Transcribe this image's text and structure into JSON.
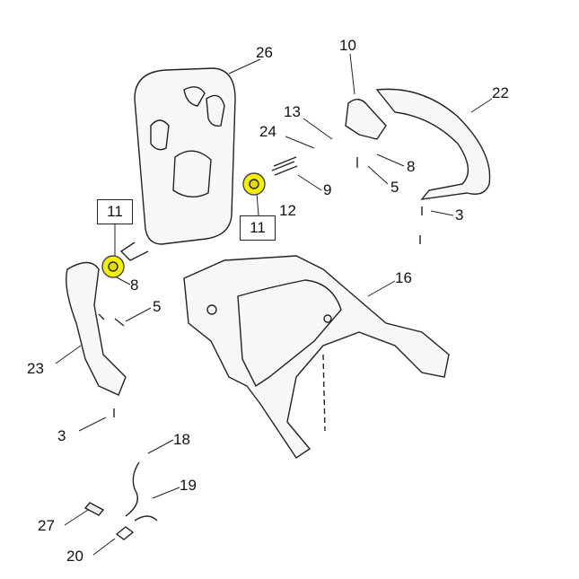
{
  "diagram": {
    "callouts": [
      {
        "id": "c26",
        "text": "26"
      },
      {
        "id": "c10",
        "text": "10"
      },
      {
        "id": "c22",
        "text": "22"
      },
      {
        "id": "c13",
        "text": "13"
      },
      {
        "id": "c24",
        "text": "24"
      },
      {
        "id": "c8a",
        "text": "8"
      },
      {
        "id": "c9",
        "text": "9"
      },
      {
        "id": "c5a",
        "text": "5"
      },
      {
        "id": "c3a",
        "text": "3"
      },
      {
        "id": "c12",
        "text": "12"
      },
      {
        "id": "c8b",
        "text": "8"
      },
      {
        "id": "c5b",
        "text": "5"
      },
      {
        "id": "c16",
        "text": "16"
      },
      {
        "id": "c23",
        "text": "23"
      },
      {
        "id": "c3b",
        "text": "3"
      },
      {
        "id": "c18",
        "text": "18"
      },
      {
        "id": "c19",
        "text": "19"
      },
      {
        "id": "c27",
        "text": "27"
      },
      {
        "id": "c20",
        "text": "20"
      }
    ],
    "boxed_callouts": [
      {
        "id": "b11a",
        "text": "11"
      },
      {
        "id": "b11b",
        "text": "11"
      }
    ],
    "highlight_color": "#f5f000"
  }
}
